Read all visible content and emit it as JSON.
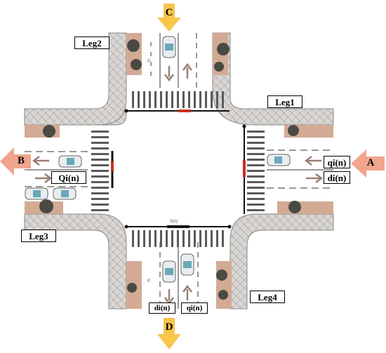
{
  "legs": {
    "leg1": "Leg1",
    "leg2": "Leg2",
    "leg3": "Leg3",
    "leg4": "Leg4"
  },
  "approaches": {
    "A": "A",
    "B": "B",
    "C": "C",
    "D": "D"
  },
  "flows": {
    "east_in": "qi(n)",
    "east_out": "di(n)",
    "west_queue": "Qi(n)",
    "south_out": "di(n)",
    "south_in": "qi(n)"
  },
  "tiny_labels": {
    "stop_line": "S(n)",
    "p": "P"
  },
  "colors": {
    "road": "#ffffff",
    "sidewalk": "#d9d6d3",
    "planter": "#d3aa94",
    "arrow": "#9a7f73",
    "approach_arrow": "#f0a58c",
    "yellow_arrow": "#f7c64b",
    "signal": "#111111",
    "signal_red": "#c7301f"
  }
}
